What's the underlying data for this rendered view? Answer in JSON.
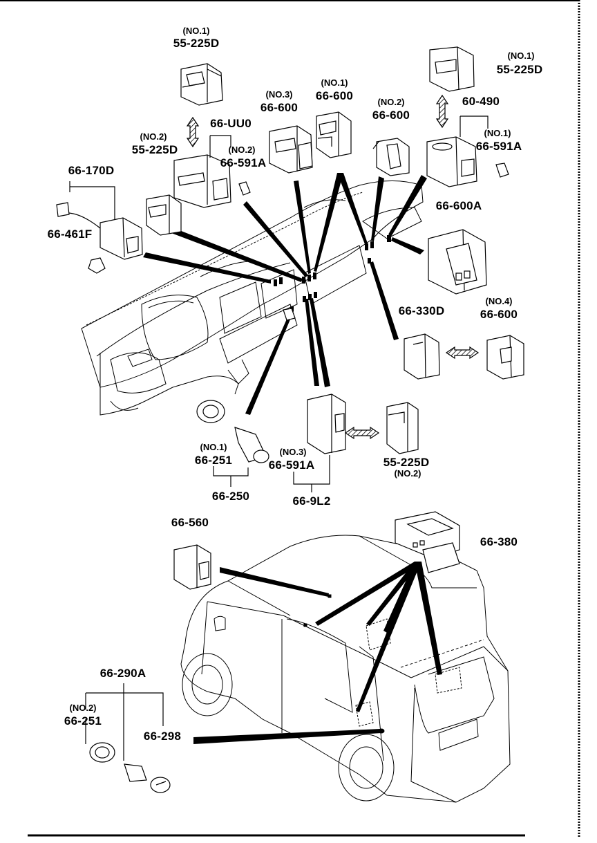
{
  "parts": {
    "sw_55_225d_top": {
      "note": "(NO.1)",
      "code": "55-225D"
    },
    "sw_55_225d_right": {
      "note": "(NO.1)",
      "code": "55-225D"
    },
    "sw_66_600_no3": {
      "note": "(NO.3)",
      "code": "66-600"
    },
    "sw_66_600_no1": {
      "note": "(NO.1)",
      "code": "66-600"
    },
    "sw_66_600_no2": {
      "note": "(NO.2)",
      "code": "66-600"
    },
    "set_60_490": {
      "code": "60-490"
    },
    "bulb_66_591a_no1": {
      "note": "(NO.1)",
      "code": "66-591A"
    },
    "set_66_uu0": {
      "code": "66-UU0"
    },
    "bulb_66_591a_no2": {
      "note": "(NO.2)",
      "code": "66-591A"
    },
    "sw_55_225d_no2": {
      "note": "(NO.2)",
      "code": "55-225D"
    },
    "set_66_170d": {
      "code": "66-170D"
    },
    "sw_66_461f": {
      "code": "66-461F"
    },
    "sw_66_600a": {
      "code": "66-600A"
    },
    "sw_66_330d": {
      "code": "66-330D"
    },
    "sw_66_600_no4": {
      "note": "(NO.4)",
      "code": "66-600"
    },
    "socket_66_251_no1": {
      "note": "(NO.1)",
      "code": "66-251"
    },
    "set_66_250": {
      "code": "66-250"
    },
    "bulb_66_591a_no3": {
      "note": "(NO.3)",
      "code": "66-591A"
    },
    "set_66_9l2": {
      "code": "66-9L2"
    },
    "sw_55_225d_lower": {
      "code": "55-225D",
      "note": "(NO.2)"
    },
    "sw_66_560": {
      "code": "66-560"
    },
    "sw_66_380": {
      "code": "66-380"
    },
    "set_66_290a": {
      "code": "66-290A"
    },
    "socket_66_251_no2": {
      "note": "(NO.2)",
      "code": "66-251"
    },
    "cap_66_298": {
      "code": "66-298"
    }
  }
}
